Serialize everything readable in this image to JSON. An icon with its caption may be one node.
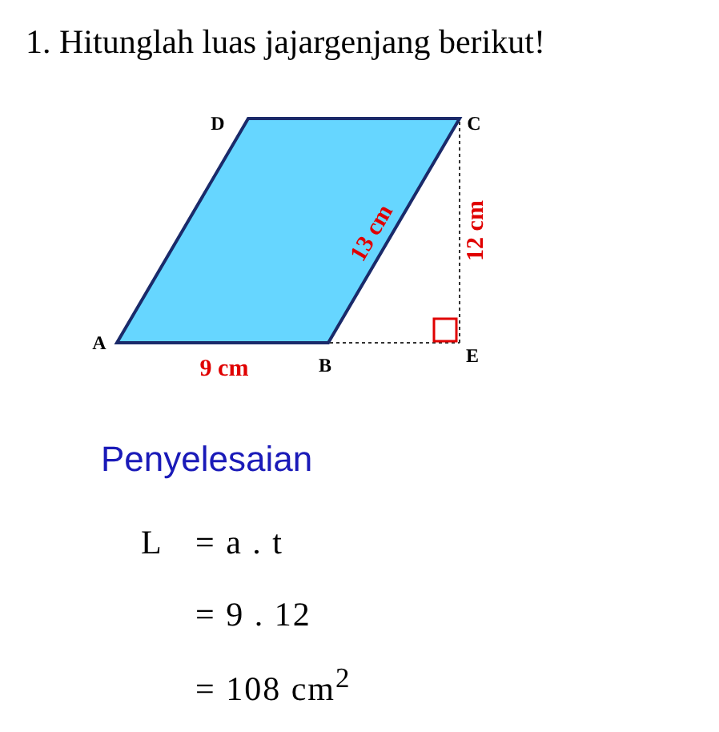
{
  "diagram": {
    "title": "1. Hitunglah luas jajargenjang berikut!",
    "labels": [
      "D",
      "C",
      "13 cm",
      "12 cm",
      "A",
      "9 cm",
      "B",
      "E",
      "Penyelesaian",
      "L",
      "= a . t",
      "= 9 . 12",
      "= 108 cm$^{2}$"
    ]
  }
}
